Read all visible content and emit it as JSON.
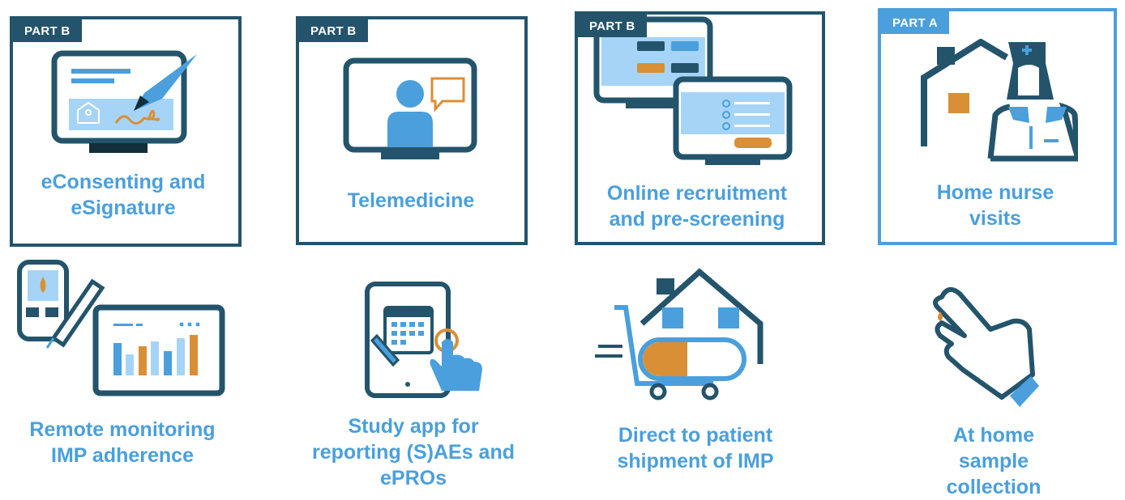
{
  "tiles": [
    {
      "tag": "PART B",
      "label": "eConsenting and\neSignature"
    },
    {
      "tag": "PART B",
      "label": "Telemedicine"
    },
    {
      "tag": "PART B",
      "label": "Online recruitment\nand pre-screening"
    },
    {
      "tag": "PART A",
      "label": "Home nurse\nvisits"
    },
    {
      "label": "Remote monitoring\nIMP adherence"
    },
    {
      "label": "Study app for\nreporting (S)AEs and\nePROs"
    },
    {
      "label": "Direct to patient\nshipment of IMP"
    },
    {
      "label": "At home sample\ncollection"
    }
  ],
  "colors": {
    "dark": "#23546b",
    "blue": "#4a9fdc",
    "orange": "#d98f35",
    "light": "#a6d4f7"
  }
}
